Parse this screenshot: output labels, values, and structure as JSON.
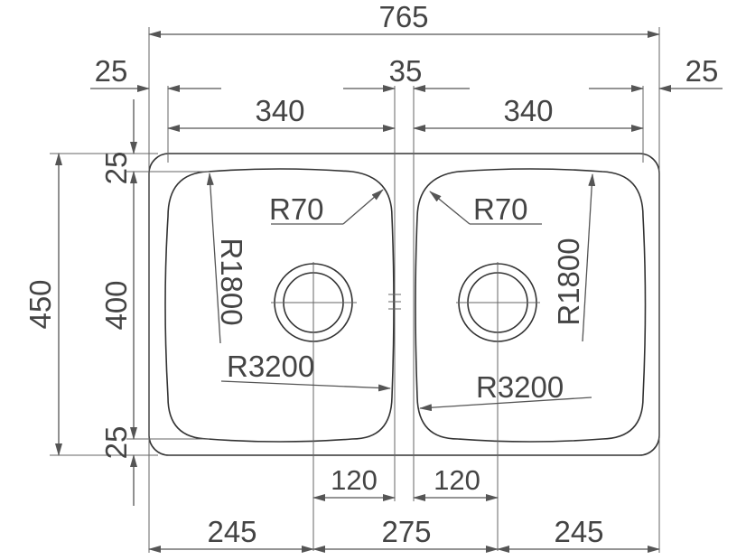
{
  "dims": {
    "overall_width": "765",
    "rim_left": "25",
    "divider": "35",
    "rim_right": "25",
    "bowl_left_width": "340",
    "bowl_right_width": "340",
    "overall_depth": "450",
    "bowl_depth": "400",
    "rim_top": "25",
    "rim_bottom": "25",
    "drain_left_offset": "120",
    "drain_right_offset": "120",
    "drain_left_pos": "245",
    "drain_spacing": "275",
    "drain_right_pos": "245"
  },
  "radii": {
    "corner_left": "R70",
    "corner_right": "R70",
    "side_left": "R1800",
    "side_right": "R1800",
    "bottom_left": "R3200",
    "bottom_right": "R3200"
  }
}
